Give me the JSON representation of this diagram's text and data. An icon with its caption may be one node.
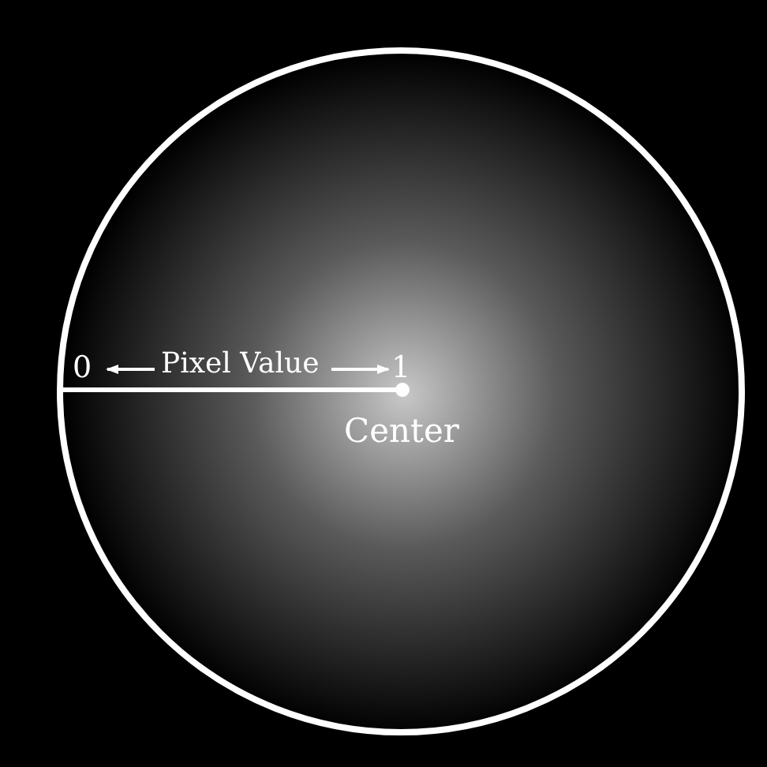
{
  "diagram": {
    "labels": [
      "0",
      "Pixel Value",
      "1",
      "Center"
    ]
  }
}
